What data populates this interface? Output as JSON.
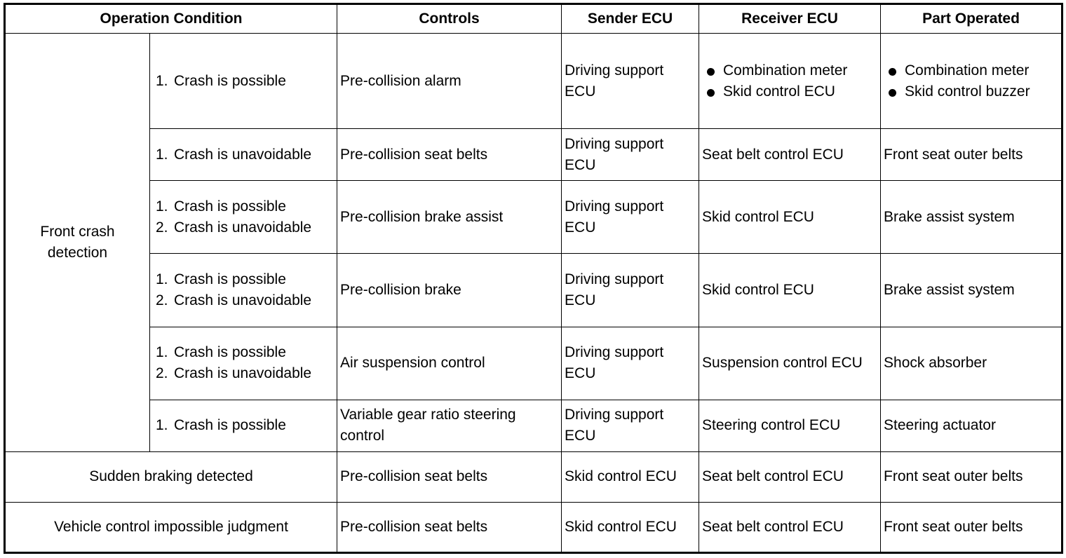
{
  "headers": {
    "operation_condition": "Operation Condition",
    "controls": "Controls",
    "sender_ecu": "Sender ECU",
    "receiver_ecu": "Receiver ECU",
    "part_operated": "Part Operated"
  },
  "group_front": "Front crash detection",
  "rows": [
    {
      "conditions": [
        "Crash is possible"
      ],
      "control": "Pre-collision alarm",
      "sender": "Driving support ECU",
      "receiver_list": [
        "Combination meter",
        "Skid control ECU"
      ],
      "part_list": [
        "Combination meter",
        "Skid control buzzer"
      ]
    },
    {
      "conditions": [
        "Crash is unavoidable"
      ],
      "control": "Pre-collision seat belts",
      "sender": "Driving support ECU",
      "receiver": "Seat belt control ECU",
      "part": "Front seat outer belts"
    },
    {
      "conditions": [
        "Crash is possible",
        "Crash is unavoidable"
      ],
      "control": "Pre-collision brake assist",
      "sender": "Driving support ECU",
      "receiver": "Skid control ECU",
      "part": "Brake assist system"
    },
    {
      "conditions": [
        "Crash is possible",
        "Crash is unavoidable"
      ],
      "control": "Pre-collision brake",
      "sender": "Driving support ECU",
      "receiver": "Skid control ECU",
      "part": "Brake assist system"
    },
    {
      "conditions": [
        "Crash is possible",
        "Crash is unavoidable"
      ],
      "control": "Air suspension control",
      "sender": "Driving support ECU",
      "receiver": "Suspension control ECU",
      "part": "Shock absorber"
    },
    {
      "conditions": [
        "Crash is possible"
      ],
      "control": "Variable gear ratio steering control",
      "sender": "Driving support ECU",
      "receiver": "Steering control ECU",
      "part": "Steering actuator"
    }
  ],
  "other_rows": [
    {
      "condition": "Sudden braking detected",
      "control": "Pre-collision seat belts",
      "sender": "Skid control ECU",
      "receiver": "Seat belt control ECU",
      "part": "Front seat outer belts"
    },
    {
      "condition": "Vehicle control impossible judgment",
      "control": "Pre-collision seat belts",
      "sender": "Skid control ECU",
      "receiver": "Seat belt control ECU",
      "part": "Front seat outer belts"
    }
  ]
}
